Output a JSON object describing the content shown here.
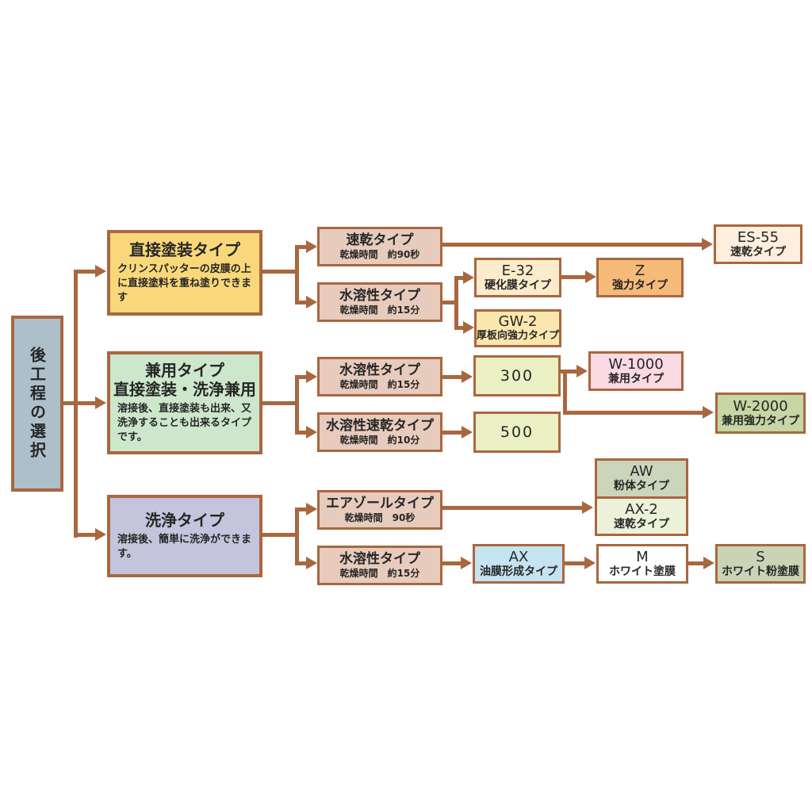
{
  "colors": {
    "connector_brown": "#a9673f",
    "root_fill": "#adbfca",
    "category_paint_fill": "#f8d87a",
    "category_dual_fill": "#cde7cc",
    "category_wash_fill": "#c4c4dd",
    "process_fill": "#e7cbbc",
    "es55_fill": "#fdeedd",
    "e32_fill": "#fdeccb",
    "gw2_fill": "#fbe7ad",
    "z_fill": "#f6ba79",
    "num_fill": "#eaf0c3",
    "w1000_fill": "#f9d9e2",
    "w2000_fill": "#c6d6a4",
    "aw_fill": "#cbd5bc",
    "ax2_fill": "#ebf2d9",
    "ax_fill": "#c5e3f1",
    "m_fill": "#ffffff",
    "s_fill": "#cbd3b6"
  },
  "root": {
    "label": "後工程の選択"
  },
  "categories": [
    {
      "title": "直接塗装タイプ",
      "title2": "",
      "body": "クリンスパッターの皮膜の上に直接塗料を重ね塗りできます"
    },
    {
      "title": "兼用タイプ",
      "title2": "直接塗装・洗浄兼用",
      "body": "溶接後、直接塗装も出来、又洗浄することも出来るタイプです。"
    },
    {
      "title": "洗浄タイプ",
      "title2": "",
      "body": "溶接後、簡単に洗浄ができます。"
    }
  ],
  "process": {
    "quickdry": {
      "title": "速乾タイプ",
      "subtitle": "乾燥時間　約90秒"
    },
    "water1": {
      "title": "水溶性タイプ",
      "subtitle": "乾燥時間　約15分"
    },
    "water2": {
      "title": "水溶性タイプ",
      "subtitle": "乾燥時間　約15分"
    },
    "waterquick": {
      "title": "水溶性速乾タイプ",
      "subtitle": "乾燥時間　約10分"
    },
    "aerosol": {
      "title": "エアゾールタイプ",
      "subtitle": "乾燥時間　90秒"
    },
    "water3": {
      "title": "水溶性タイプ",
      "subtitle": "乾燥時間　約15分"
    }
  },
  "products": {
    "es55": {
      "name": "ES-55",
      "type": "速乾タイプ"
    },
    "e32": {
      "name": "E-32",
      "type": "硬化膜タイプ"
    },
    "gw2": {
      "name": "GW-2",
      "type": "厚板向強力タイプ"
    },
    "z": {
      "name": "Z",
      "type": "強力タイプ"
    },
    "n300": {
      "name": "300"
    },
    "n500": {
      "name": "500"
    },
    "w1000": {
      "name": "W-1000",
      "type": "兼用タイプ"
    },
    "w2000": {
      "name": "W-2000",
      "type": "兼用強力タイプ"
    },
    "aw": {
      "name": "AW",
      "type": "粉体タイプ"
    },
    "ax2": {
      "name": "AX-2",
      "type": "速乾タイプ"
    },
    "ax": {
      "name": "AX",
      "type": "油膜形成タイプ"
    },
    "m": {
      "name": "M",
      "type": "ホワイト塗膜"
    },
    "s": {
      "name": "S",
      "type": "ホワイト粉塗膜"
    }
  }
}
